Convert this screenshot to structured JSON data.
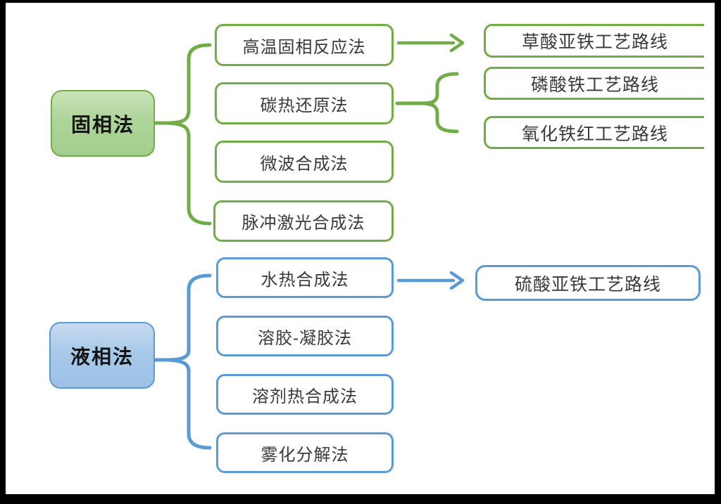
{
  "colors": {
    "green": "#70AD47",
    "green_fill": "#AED49A",
    "blue": "#5B9BD5",
    "blue_fill": "#A8C9E9",
    "text": "#3A3A3A",
    "frame": "#000000"
  },
  "diagram": {
    "solid_group": {
      "root_label": "固相法",
      "methods": [
        "高温固相反应法",
        "碳热还原法",
        "微波合成法",
        "脉冲激光合成法"
      ],
      "routes": [
        "草酸亚铁工艺路线",
        "磷酸铁工艺路线",
        "氧化铁红工艺路线"
      ],
      "connections": [
        {
          "from": "固相法",
          "to": "methods",
          "type": "brace"
        },
        {
          "from": "高温固相反应法",
          "to": "草酸亚铁工艺路线",
          "type": "arrow"
        },
        {
          "from": "碳热还原法",
          "to": "磷酸铁工艺路线",
          "type": "brace"
        },
        {
          "from": "碳热还原法",
          "to": "氧化铁红工艺路线",
          "type": "brace"
        }
      ]
    },
    "liquid_group": {
      "root_label": "液相法",
      "methods": [
        "水热合成法",
        "溶胶-凝胶法",
        "溶剂热合成法",
        "雾化分解法"
      ],
      "routes": [
        "硫酸亚铁工艺路线"
      ],
      "connections": [
        {
          "from": "液相法",
          "to": "methods",
          "type": "brace"
        },
        {
          "from": "水热合成法",
          "to": "硫酸亚铁工艺路线",
          "type": "arrow"
        }
      ]
    }
  }
}
